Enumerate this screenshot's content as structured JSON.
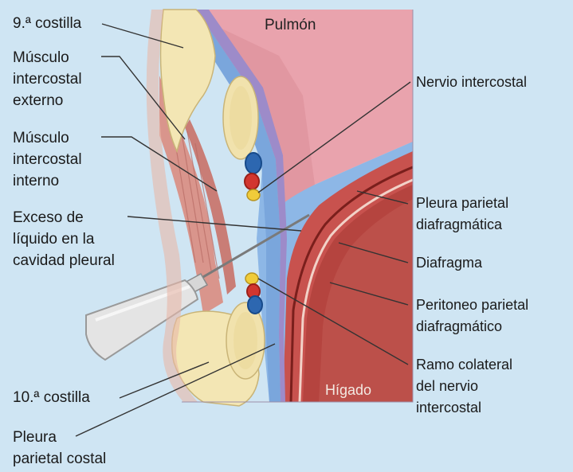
{
  "labels": {
    "rib9": "9.ª costilla",
    "external_intercostal": "Músculo\nintercostal\nexterno",
    "internal_intercostal": "Músculo\nintercostal\ninterno",
    "excess_fluid": "Exceso de\nlíquido en la\ncavidad pleural",
    "rib10": "10.ª costilla",
    "parietal_costal": "Pleura\nparietal costal",
    "lung": "Pulmón",
    "intercostal_nerve": "Nervio intercostal",
    "parietal_diaphragmatic": "Pleura parietal\ndiafragmática",
    "diaphragm": "Diafragma",
    "peritoneum": "Peritoneo parietal\ndiafragmático",
    "collateral_branch": "Ramo colateral\ndel nervio\nintercostal",
    "liver": "Hígado"
  },
  "colors": {
    "background": "#cfe5f3",
    "lung": "#e9a3ad",
    "bone": "#f3e6b4",
    "muscle": "#d9958c",
    "pleura_blue": "#8db7e6",
    "diaphragm": "#c8524e",
    "liver": "#b5443f",
    "vein": "#2d67b0",
    "artery": "#d2362f",
    "nerve": "#f0cc3a"
  }
}
